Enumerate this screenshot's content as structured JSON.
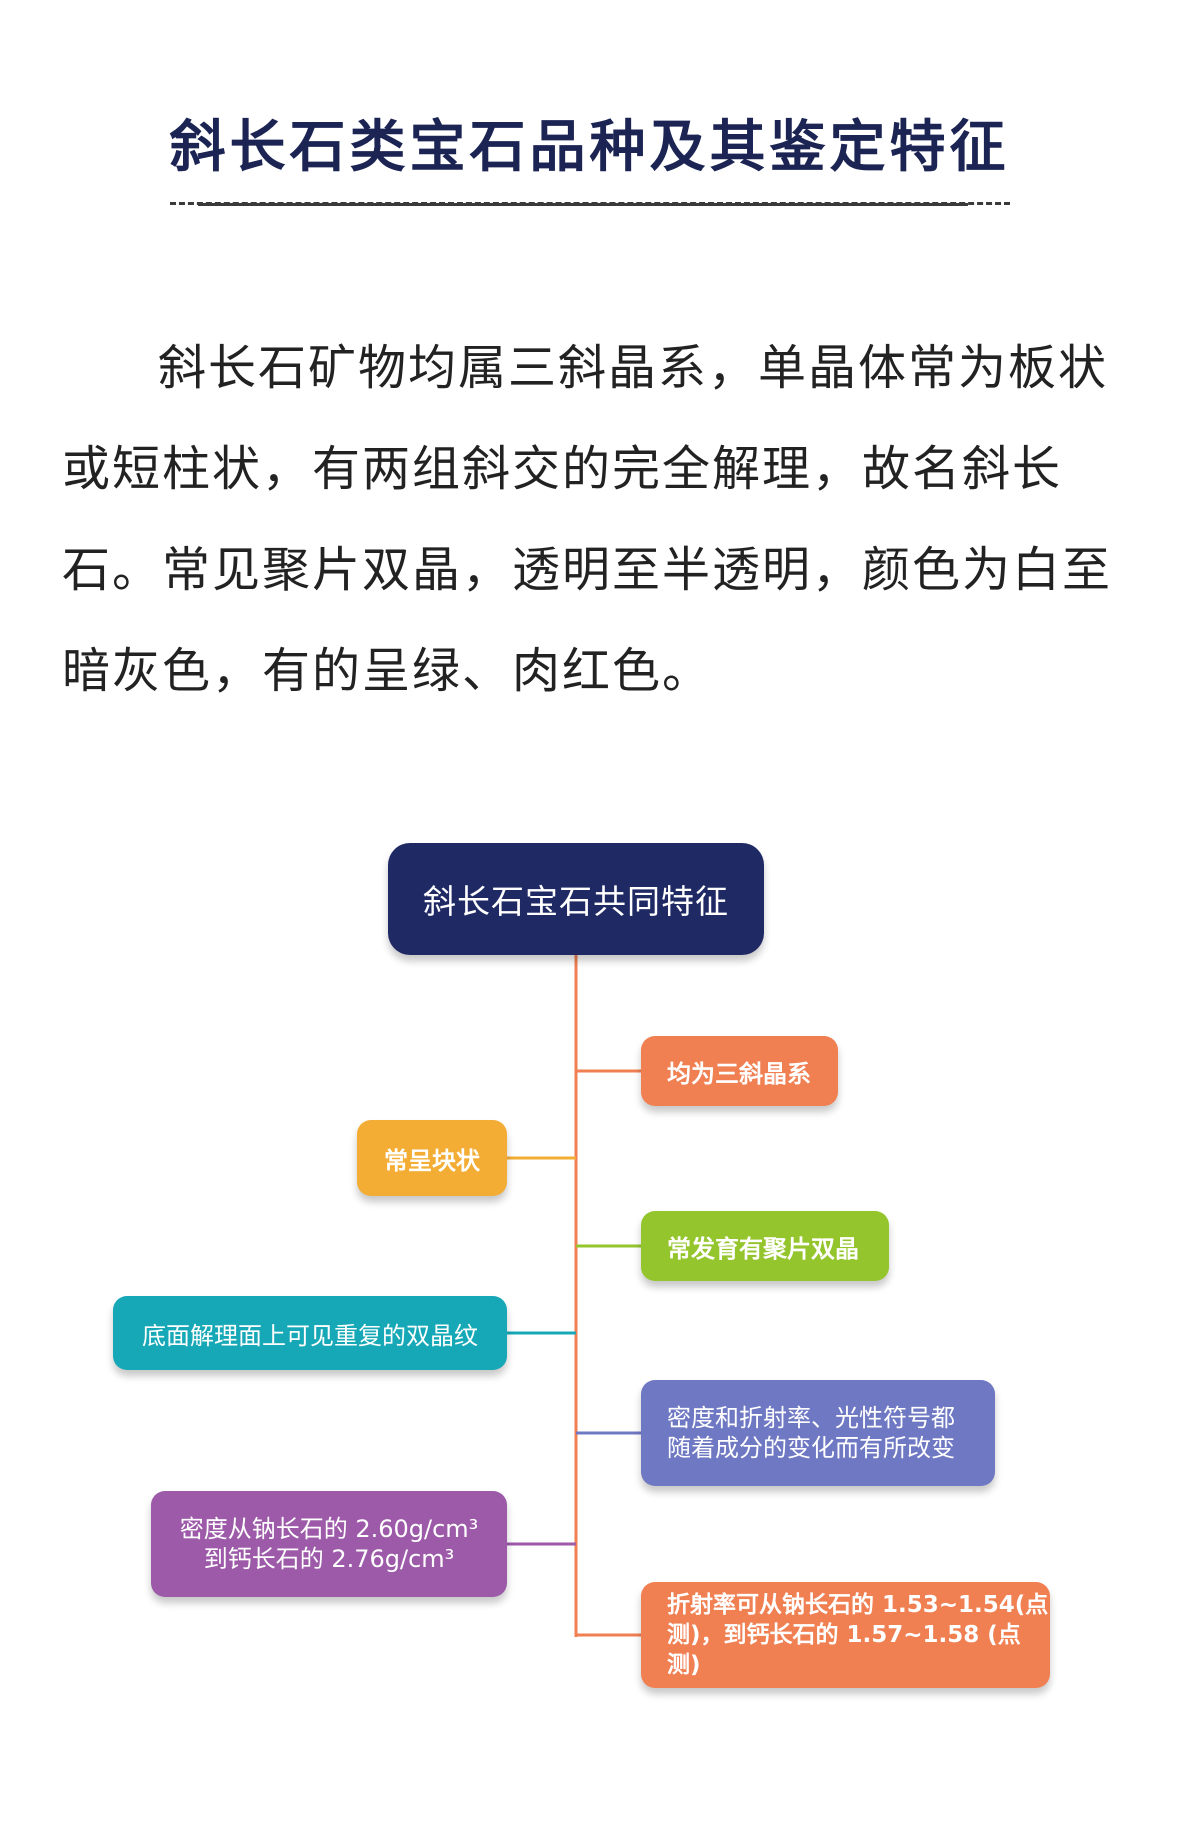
{
  "title": "斜长石类宝石品种及其鉴定特征",
  "intro": "斜长石矿物均属三斜晶系，单晶体常为板状或短柱状，有两组斜交的完全解理，故名斜长石。常见聚片双晶，透明至半透明，颜色为白至暗灰色，有的呈绿、肉红色。",
  "diagram": {
    "root": "斜长石宝石共同特征",
    "nodes": [
      {
        "lines": [
          "均为三斜晶系"
        ],
        "color": "#f07f52"
      },
      {
        "lines": [
          "常呈块状"
        ],
        "color": "#f3ad35"
      },
      {
        "lines": [
          "常发育有聚片双晶"
        ],
        "color": "#95c52d"
      },
      {
        "lines": [
          "底面解理面上可见重复的双晶纹"
        ],
        "color": "#16a8b6"
      },
      {
        "lines": [
          "密度和折射率、光性符号都",
          "随着成分的变化而有所改变"
        ],
        "color": "#6f78c3"
      },
      {
        "lines": [
          "密度从钠长石的 2.60g/cm³",
          "到钙长石的 2.76g/cm³"
        ],
        "color": "#9c5aa8"
      },
      {
        "lines": [
          "折射率可从钠长石的 1.53~1.54(点",
          "测)，到钙长石的 1.57~1.58 (点测)"
        ],
        "color": "#f07f52"
      }
    ]
  }
}
